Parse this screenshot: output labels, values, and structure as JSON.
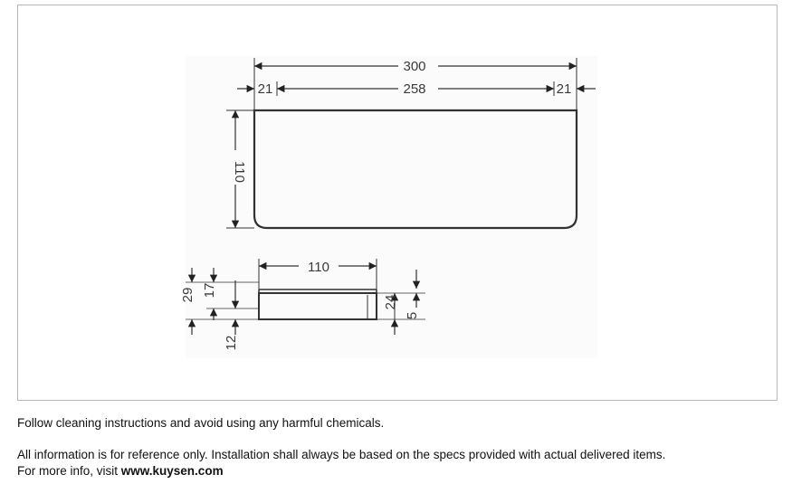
{
  "drawing": {
    "dimensions": {
      "overall_width": "300",
      "inner_width": "258",
      "side_left": "21",
      "side_right": "21",
      "shelf_depth": "110",
      "front_width": "110",
      "total_height": "29",
      "upper_height": "17",
      "lower_height": "12",
      "shelf_thickness": "24",
      "lip_height": "5"
    }
  },
  "notes": {
    "cleaning": "Follow cleaning instructions and avoid using any harmful chemicals.",
    "disclaimer": "All information is for reference only. Installation shall always be based on the specs provided with actual delivered items.",
    "more_info_prefix": "For more info, visit ",
    "website": "www.kuysen.com"
  }
}
